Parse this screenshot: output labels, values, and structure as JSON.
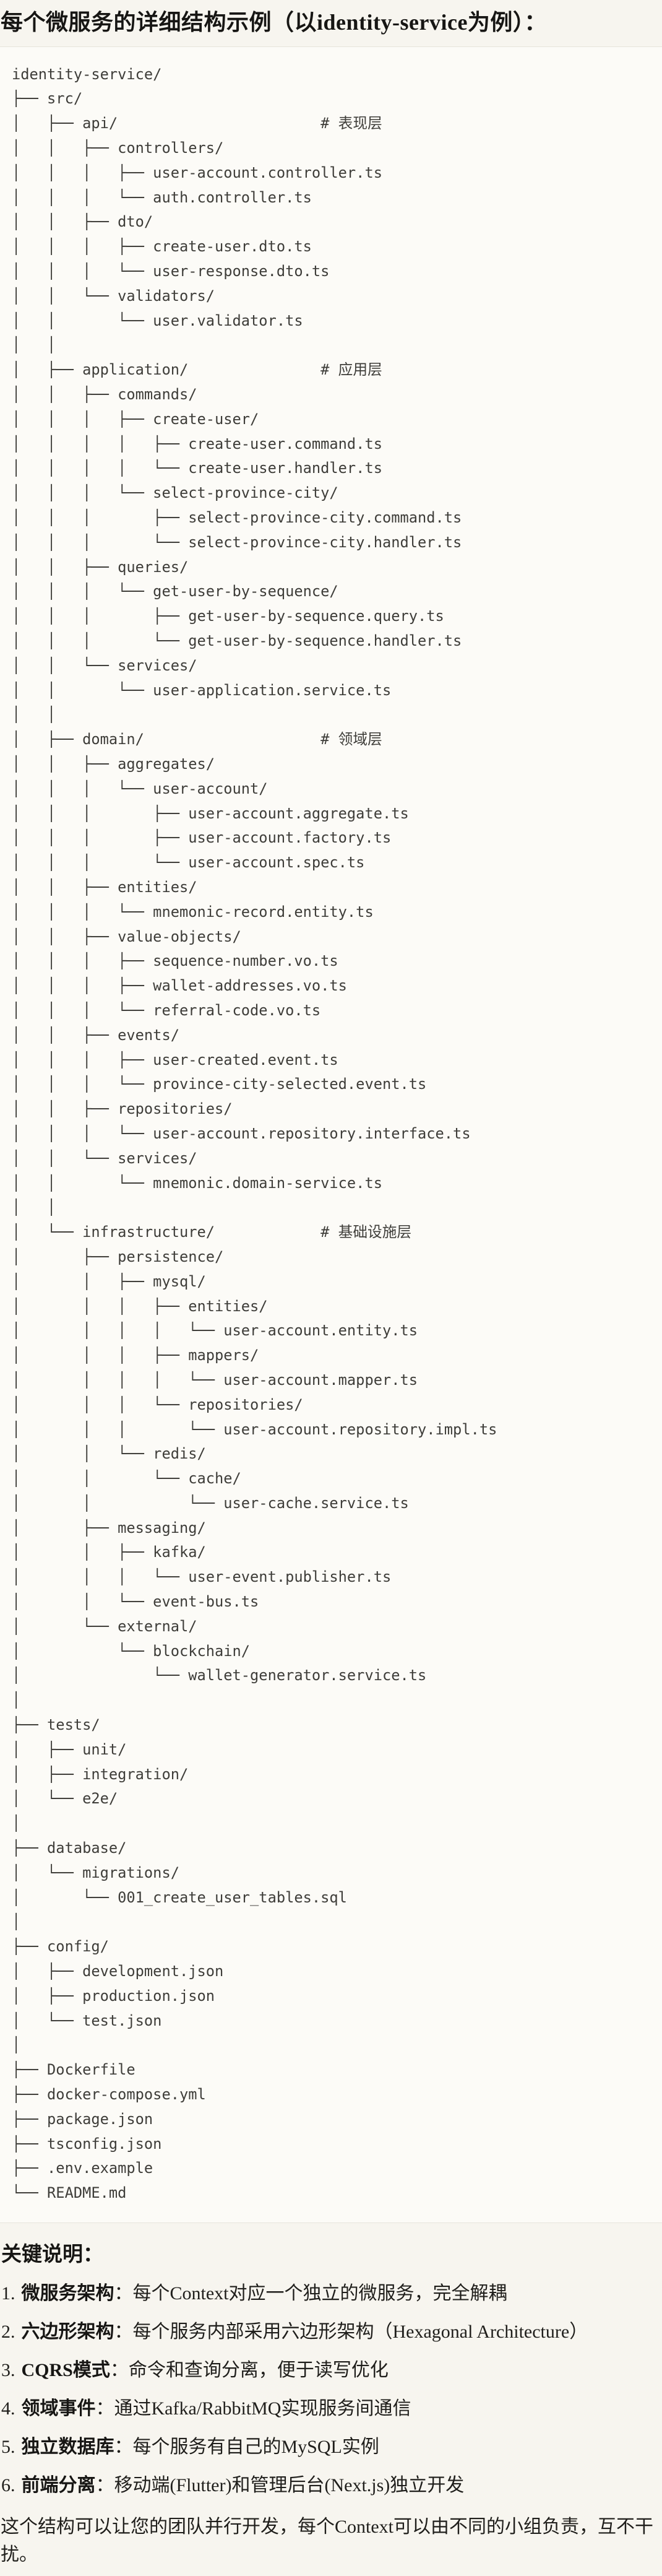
{
  "page": {
    "title": "每个微服务的详细结构示例（以identity-service为例）：",
    "footer": "这个结构可以让您的团队并行开发，每个Context可以由不同的小组负责，互不干扰。"
  },
  "colors": {
    "page_bg": "#f7f5ef",
    "code_bg": "#fcfbf7",
    "code_border": "#e7e4db",
    "code_text": "#3e3d39",
    "text": "#1f1e1b"
  },
  "code_block": {
    "language": "plaintext",
    "tree_lines": [
      "identity-service/",
      "├── src/",
      "│   ├── api/                       # 表现层",
      "│   │   ├── controllers/",
      "│   │   │   ├── user-account.controller.ts",
      "│   │   │   └── auth.controller.ts",
      "│   │   ├── dto/",
      "│   │   │   ├── create-user.dto.ts",
      "│   │   │   └── user-response.dto.ts",
      "│   │   └── validators/",
      "│   │       └── user.validator.ts",
      "│   │",
      "│   ├── application/               # 应用层",
      "│   │   ├── commands/",
      "│   │   │   ├── create-user/",
      "│   │   │   │   ├── create-user.command.ts",
      "│   │   │   │   └── create-user.handler.ts",
      "│   │   │   └── select-province-city/",
      "│   │   │       ├── select-province-city.command.ts",
      "│   │   │       └── select-province-city.handler.ts",
      "│   │   ├── queries/",
      "│   │   │   └── get-user-by-sequence/",
      "│   │   │       ├── get-user-by-sequence.query.ts",
      "│   │   │       └── get-user-by-sequence.handler.ts",
      "│   │   └── services/",
      "│   │       └── user-application.service.ts",
      "│   │",
      "│   ├── domain/                    # 领域层",
      "│   │   ├── aggregates/",
      "│   │   │   └── user-account/",
      "│   │   │       ├── user-account.aggregate.ts",
      "│   │   │       ├── user-account.factory.ts",
      "│   │   │       └── user-account.spec.ts",
      "│   │   ├── entities/",
      "│   │   │   └── mnemonic-record.entity.ts",
      "│   │   ├── value-objects/",
      "│   │   │   ├── sequence-number.vo.ts",
      "│   │   │   ├── wallet-addresses.vo.ts",
      "│   │   │   └── referral-code.vo.ts",
      "│   │   ├── events/",
      "│   │   │   ├── user-created.event.ts",
      "│   │   │   └── province-city-selected.event.ts",
      "│   │   ├── repositories/",
      "│   │   │   └── user-account.repository.interface.ts",
      "│   │   └── services/",
      "│   │       └── mnemonic.domain-service.ts",
      "│   │",
      "│   └── infrastructure/            # 基础设施层",
      "│       ├── persistence/",
      "│       │   ├── mysql/",
      "│       │   │   ├── entities/",
      "│       │   │   │   └── user-account.entity.ts",
      "│       │   │   ├── mappers/",
      "│       │   │   │   └── user-account.mapper.ts",
      "│       │   │   └── repositories/",
      "│       │   │       └── user-account.repository.impl.ts",
      "│       │   └── redis/",
      "│       │       └── cache/",
      "│       │           └── user-cache.service.ts",
      "│       ├── messaging/",
      "│       │   ├── kafka/",
      "│       │   │   └── user-event.publisher.ts",
      "│       │   └── event-bus.ts",
      "│       └── external/",
      "│           └── blockchain/",
      "│               └── wallet-generator.service.ts",
      "│",
      "├── tests/",
      "│   ├── unit/",
      "│   ├── integration/",
      "│   └── e2e/",
      "│",
      "├── database/",
      "│   └── migrations/",
      "│       └── 001_create_user_tables.sql",
      "│",
      "├── config/",
      "│   ├── development.json",
      "│   ├── production.json",
      "│   └── test.json",
      "│",
      "├── Dockerfile",
      "├── docker-compose.yml",
      "├── package.json",
      "├── tsconfig.json",
      "├── .env.example",
      "└── README.md"
    ]
  },
  "notes": {
    "heading": "关键说明：",
    "items": [
      {
        "num": "1.",
        "term": "微服务架构",
        "desc": "：每个Context对应一个独立的微服务，完全解耦"
      },
      {
        "num": "2.",
        "term": "六边形架构",
        "desc": "：每个服务内部采用六边形架构（Hexagonal Architecture）"
      },
      {
        "num": "3.",
        "term": "CQRS模式",
        "desc": "：命令和查询分离，便于读写优化"
      },
      {
        "num": "4.",
        "term": "领域事件",
        "desc": "：通过Kafka/RabbitMQ实现服务间通信"
      },
      {
        "num": "5.",
        "term": "独立数据库",
        "desc": "：每个服务有自己的MySQL实例"
      },
      {
        "num": "6.",
        "term": "前端分离",
        "desc": "：移动端(Flutter)和管理后台(Next.js)独立开发"
      }
    ]
  }
}
